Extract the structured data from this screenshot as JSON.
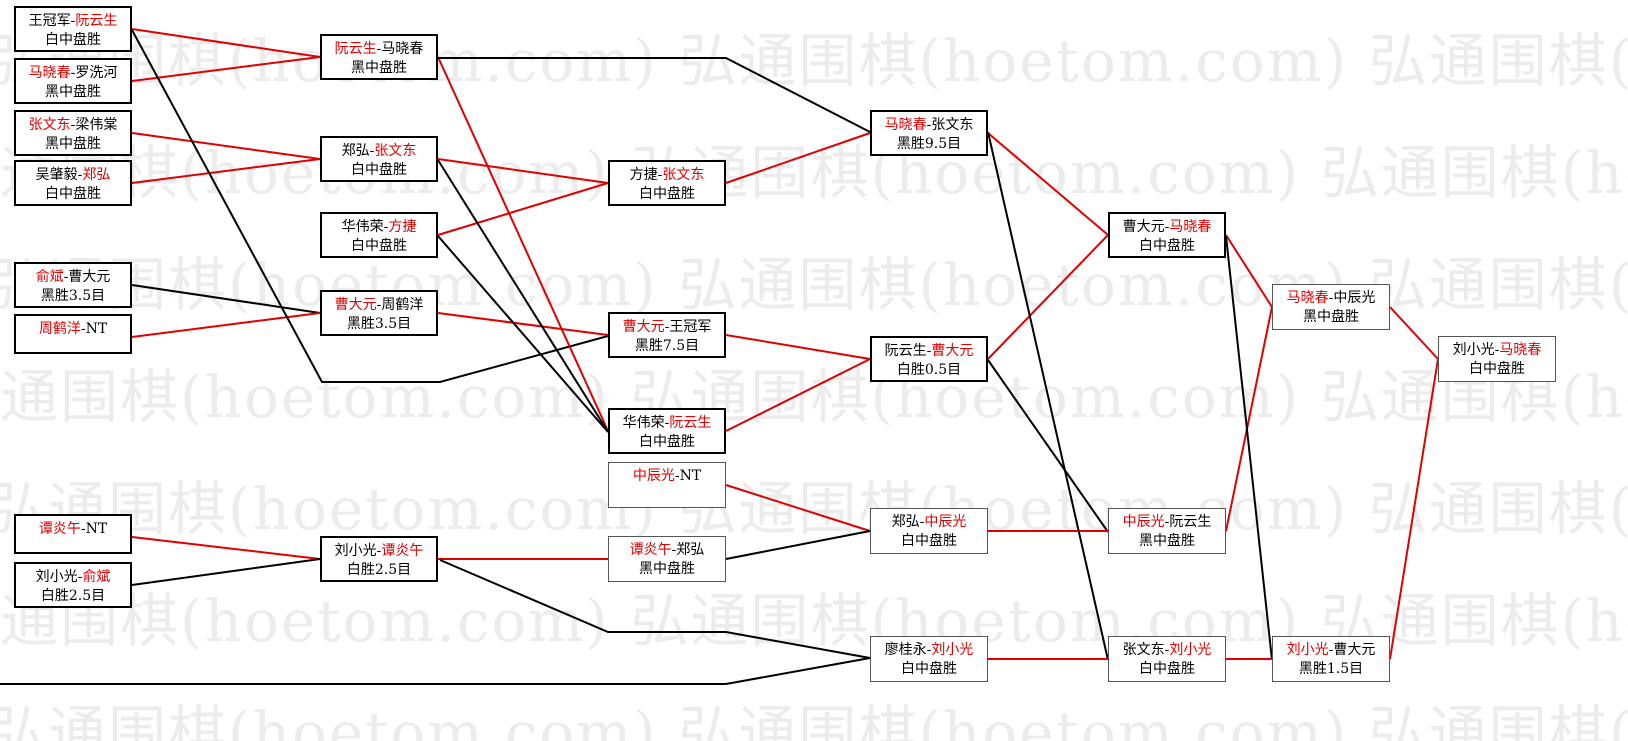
{
  "watermark": "弘通围棋(hoetom.com)",
  "colors": {
    "winner": "#e00000",
    "line_black": "#000000",
    "line_red": "#e00000"
  },
  "matches": [
    {
      "id": "r1a",
      "name": "王冠军-阮云生",
      "p1": "王冠军",
      "p2": "阮云生",
      "winner": 2,
      "result": "白中盘胜",
      "thin": false
    },
    {
      "id": "r1b",
      "name": "马晓春-罗洗河",
      "p1": "马晓春",
      "p2": "罗洗河",
      "winner": 1,
      "result": "黑中盘胜",
      "thin": false
    },
    {
      "id": "r1c",
      "name": "张文东-梁伟棠",
      "p1": "张文东",
      "p2": "梁伟棠",
      "winner": 1,
      "result": "黑中盘胜",
      "thin": false
    },
    {
      "id": "r1d",
      "name": "吴肇毅-郑弘",
      "p1": "吴肇毅",
      "p2": "郑弘",
      "winner": 2,
      "result": "白中盘胜",
      "thin": false
    },
    {
      "id": "r1e",
      "name": "俞斌-曹大元",
      "p1": "俞斌",
      "p2": "曹大元",
      "winner": 1,
      "result": "黑胜3.5目",
      "thin": false
    },
    {
      "id": "r1f",
      "name": "周鹤洋-NT",
      "p1": "周鹤洋",
      "p2": "NT",
      "winner": 1,
      "result": "",
      "thin": false
    },
    {
      "id": "r1g",
      "name": "谭炎午-NT",
      "p1": "谭炎午",
      "p2": "NT",
      "winner": 1,
      "result": "",
      "thin": false
    },
    {
      "id": "r1h",
      "name": "刘小光-俞斌",
      "p1": "刘小光",
      "p2": "俞斌",
      "winner": 2,
      "result": "白胜2.5目",
      "thin": false
    },
    {
      "id": "r2a",
      "name": "阮云生-马晓春",
      "p1": "阮云生",
      "p2": "马晓春",
      "winner": 1,
      "result": "黑中盘胜",
      "thin": false
    },
    {
      "id": "r2b",
      "name": "郑弘-张文东",
      "p1": "郑弘",
      "p2": "张文东",
      "winner": 2,
      "result": "白中盘胜",
      "thin": false
    },
    {
      "id": "r2c",
      "name": "华伟荣-方捷",
      "p1": "华伟荣",
      "p2": "方捷",
      "winner": 2,
      "result": "白中盘胜",
      "thin": false
    },
    {
      "id": "r2d",
      "name": "曹大元-周鹤洋",
      "p1": "曹大元",
      "p2": "周鹤洋",
      "winner": 1,
      "result": "黑胜3.5目",
      "thin": false
    },
    {
      "id": "r2e",
      "name": "刘小光-谭炎午",
      "p1": "刘小光",
      "p2": "谭炎午",
      "winner": 2,
      "result": "白胜2.5目",
      "thin": false
    },
    {
      "id": "r3a",
      "name": "方捷-张文东",
      "p1": "方捷",
      "p2": "张文东",
      "winner": 2,
      "result": "白中盘胜",
      "thin": false
    },
    {
      "id": "r3b",
      "name": "曹大元-王冠军",
      "p1": "曹大元",
      "p2": "王冠军",
      "winner": 1,
      "result": "黑胜7.5目",
      "thin": false
    },
    {
      "id": "r3c",
      "name": "华伟荣-阮云生",
      "p1": "华伟荣",
      "p2": "阮云生",
      "winner": 2,
      "result": "白中盘胜",
      "thin": false
    },
    {
      "id": "r3d",
      "name": "中辰光-NT",
      "p1": "中辰光",
      "p2": "NT",
      "winner": 1,
      "result": "",
      "thin": true
    },
    {
      "id": "r3e",
      "name": "谭炎午-郑弘",
      "p1": "谭炎午",
      "p2": "郑弘",
      "winner": 1,
      "result": "黑中盘胜",
      "thin": true
    },
    {
      "id": "r4a",
      "name": "马晓春-张文东",
      "p1": "马晓春",
      "p2": "张文东",
      "winner": 1,
      "result": "黑胜9.5目",
      "thin": false
    },
    {
      "id": "r4b",
      "name": "阮云生-曹大元",
      "p1": "阮云生",
      "p2": "曹大元",
      "winner": 2,
      "result": "白胜0.5目",
      "thin": false
    },
    {
      "id": "r4c",
      "name": "郑弘-中辰光",
      "p1": "郑弘",
      "p2": "中辰光",
      "winner": 2,
      "result": "白中盘胜",
      "thin": true
    },
    {
      "id": "r4d",
      "name": "廖桂永-刘小光",
      "p1": "廖桂永",
      "p2": "刘小光",
      "winner": 2,
      "result": "白中盘胜",
      "thin": true
    },
    {
      "id": "r5a",
      "name": "曹大元-马晓春",
      "p1": "曹大元",
      "p2": "马晓春",
      "winner": 2,
      "result": "白中盘胜",
      "thin": false
    },
    {
      "id": "r5b",
      "name": "中辰光-阮云生",
      "p1": "中辰光",
      "p2": "阮云生",
      "winner": 1,
      "result": "黑中盘胜",
      "thin": true
    },
    {
      "id": "r5c",
      "name": "张文东-刘小光",
      "p1": "张文东",
      "p2": "刘小光",
      "winner": 2,
      "result": "白中盘胜",
      "thin": true
    },
    {
      "id": "r6a",
      "name": "马晓春-中辰光",
      "p1": "马晓春",
      "p2": "中辰光",
      "winner": 1,
      "result": "黑中盘胜",
      "thin": true
    },
    {
      "id": "r6b",
      "name": "刘小光-曹大元",
      "p1": "刘小光",
      "p2": "曹大元",
      "winner": 1,
      "result": "黑胜1.5目",
      "thin": true
    },
    {
      "id": "f",
      "name": "刘小光-马晓春",
      "p1": "刘小光",
      "p2": "马晓春",
      "winner": 2,
      "result": "白中盘胜",
      "thin": true
    }
  ]
}
